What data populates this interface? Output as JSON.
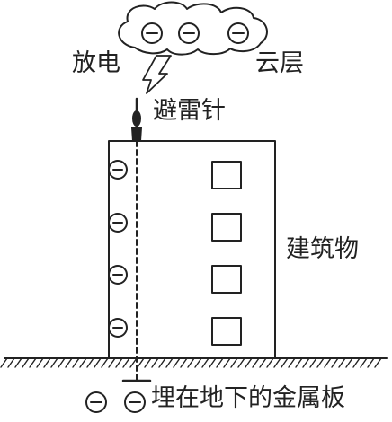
{
  "labels": {
    "discharge": "放电",
    "cloud_layer": "云层",
    "lightning_rod": "避雷针",
    "building": "建筑物",
    "buried_plate": "埋在地下的金属板"
  },
  "charges": {
    "symbol": "negative",
    "cloud_count": 3,
    "building_count": 4,
    "plate_count": 2
  },
  "windows": {
    "count": 4
  },
  "colors": {
    "ink": "#222222",
    "background": "#ffffff"
  }
}
